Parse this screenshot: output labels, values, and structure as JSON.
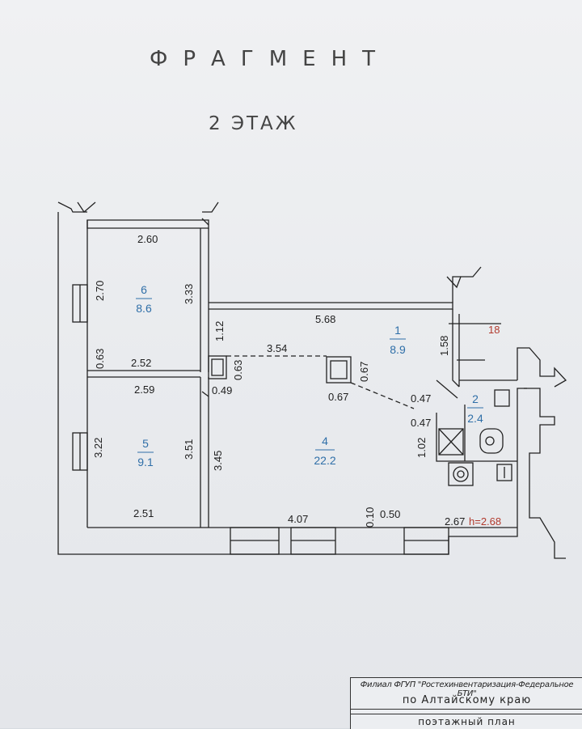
{
  "title": "ФРАГМЕНТ",
  "subtitle": "2 ЭТАЖ",
  "rooms": [
    {
      "number": "6",
      "area": "8.6"
    },
    {
      "number": "5",
      "area": "9.1"
    },
    {
      "number": "1",
      "area": "8.9"
    },
    {
      "number": "4",
      "area": "22.2"
    },
    {
      "number": "2",
      "area": "2.4"
    }
  ],
  "dimensions": [
    "2.60",
    "2.70",
    "3.33",
    "0.63",
    "2.52",
    "2.59",
    "3.22",
    "3.51",
    "2.51",
    "5.68",
    "1.12",
    "3.54",
    "0.63",
    "0.49",
    "0.67",
    "0.67",
    "1.58",
    "0.47",
    "0.47",
    "1.02",
    "3.45",
    "4.07",
    "0.10",
    "0.50",
    "2.67"
  ],
  "height_label": "h=2.68",
  "unit_number": "18",
  "stamp": {
    "line1": "Филиал ФГУП \"Ростехинвентаризация-Федеральное БТИ\"",
    "line2": "по Алтайскому краю",
    "line3": "поэтажный план"
  },
  "colors": {
    "ink": "#222222",
    "room_label": "#2f6fa8",
    "accent_red": "#b23b2e",
    "paper": "#eceef1"
  }
}
